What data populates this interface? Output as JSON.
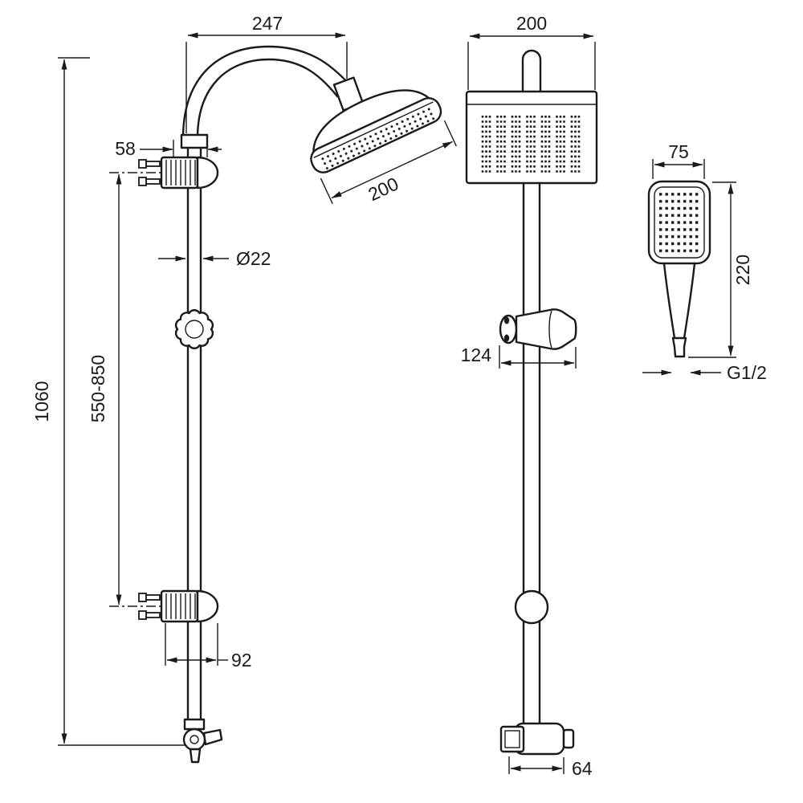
{
  "colors": {
    "ink": "#1a1a1a",
    "background": "#ffffff"
  },
  "labels": {
    "arm_reach": "247",
    "front_head_width": "200",
    "wall_offset": "58",
    "head_diameter": "200",
    "pipe_diameter": "Ø22",
    "total_height": "1060",
    "bracket_range": "550-850",
    "bracket_width": "92",
    "holder_width": "124",
    "diverter_width": "64",
    "hand_width": "75",
    "hand_length": "220",
    "thread": "G1/2"
  }
}
